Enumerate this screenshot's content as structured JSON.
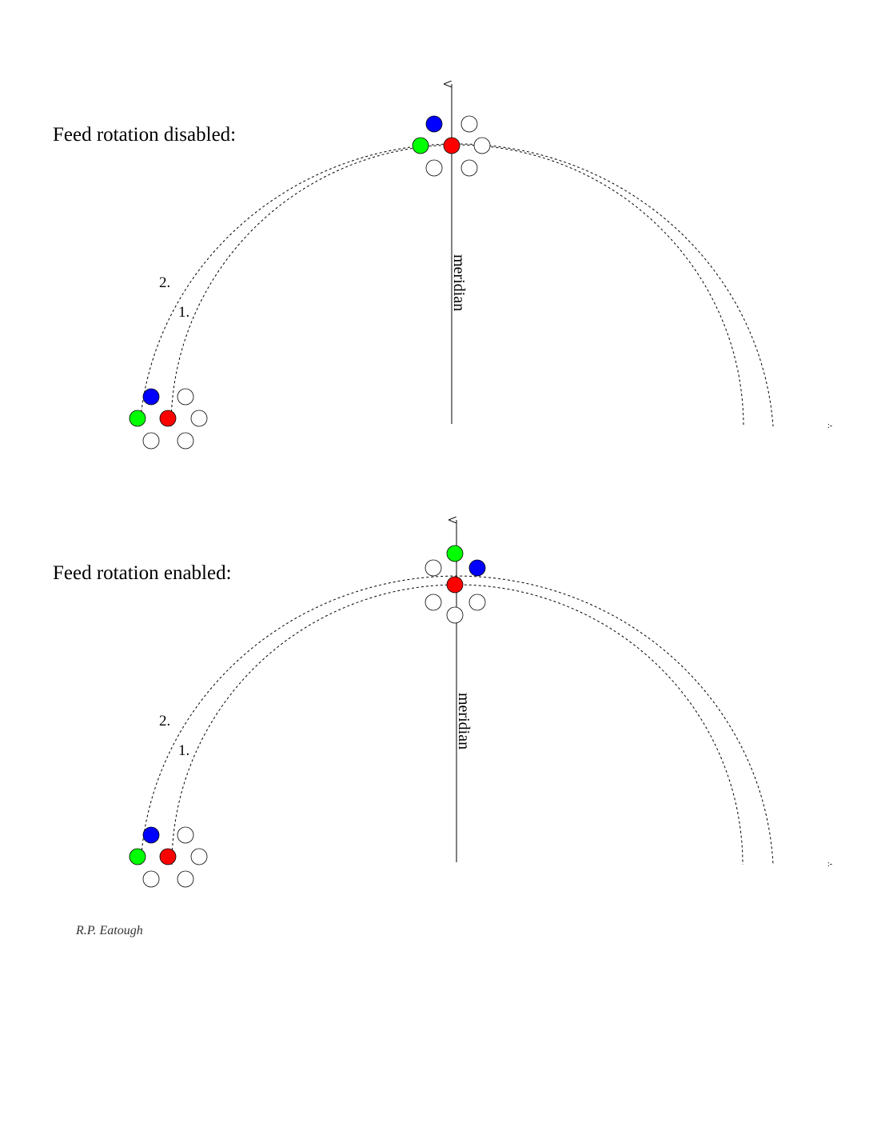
{
  "panels": [
    {
      "title": "Feed rotation disabled:",
      "meridian_label": "meridian",
      "track_labels": [
        "2.",
        "1."
      ]
    },
    {
      "title": "Feed rotation enabled:",
      "meridian_label": "meridian",
      "track_labels": [
        "2.",
        "1."
      ]
    }
  ],
  "credit": "R.P. Eatough",
  "colors": {
    "beam_blue": "#0000ff",
    "beam_green": "#00ff00",
    "beam_red": "#ff0000",
    "beam_empty": "#ffffff"
  }
}
